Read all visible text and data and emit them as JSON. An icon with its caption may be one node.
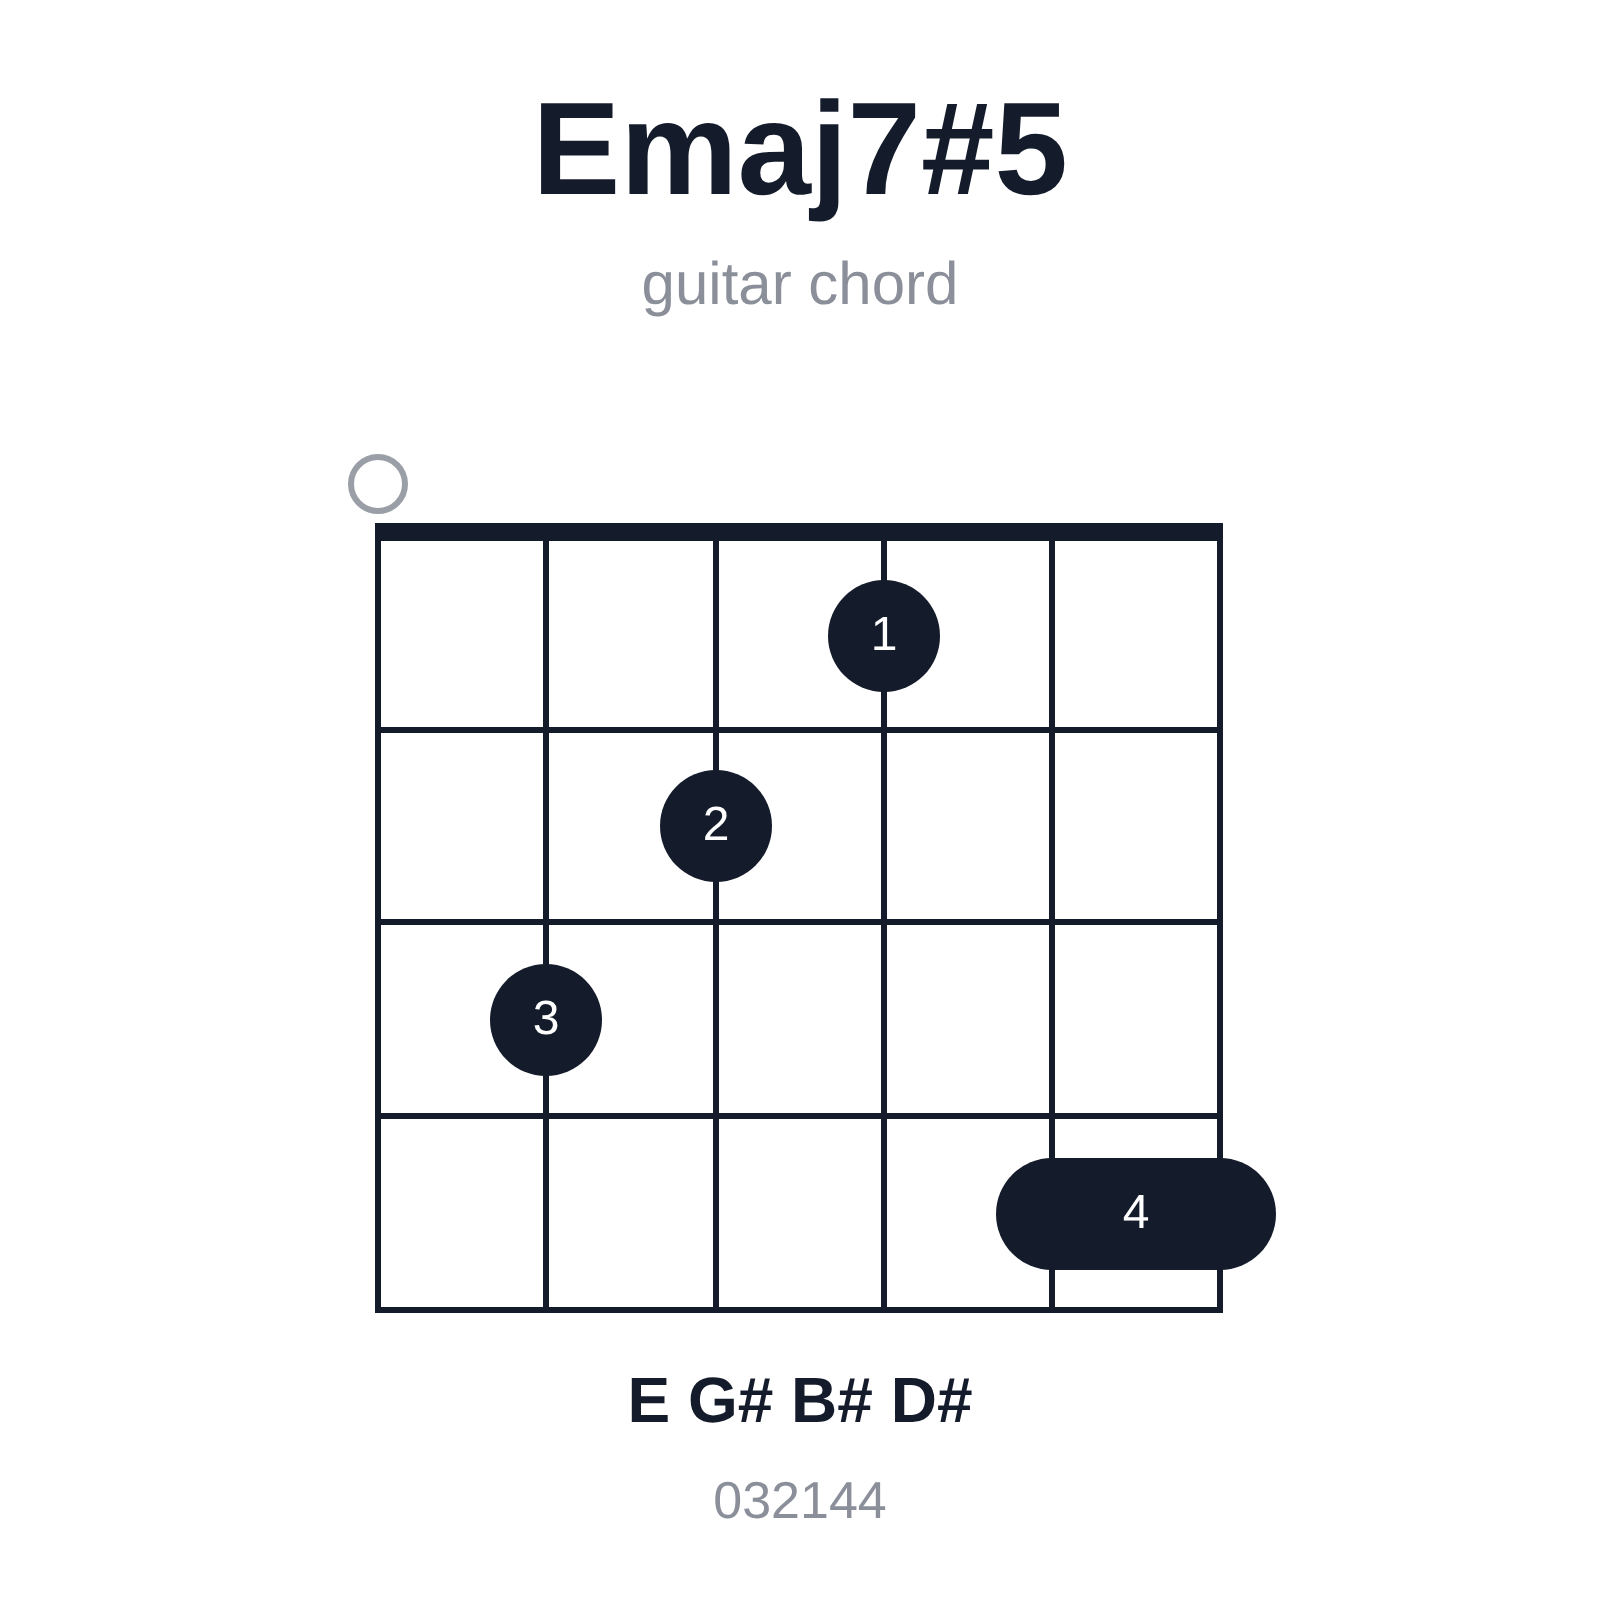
{
  "diagram": {
    "title": "Emaj7#5",
    "nodes": [
      {
        "text": [],
        "shape": "circle"
      },
      {
        "text": [
          "1"
        ]
      },
      {
        "text": [
          "2"
        ]
      },
      {
        "text": [
          "3"
        ]
      },
      {
        "text": [
          "4"
        ]
      }
    ],
    "edges": [],
    "labels": [
      "guitar chord",
      "E G# B# D#",
      "032144"
    ]
  }
}
